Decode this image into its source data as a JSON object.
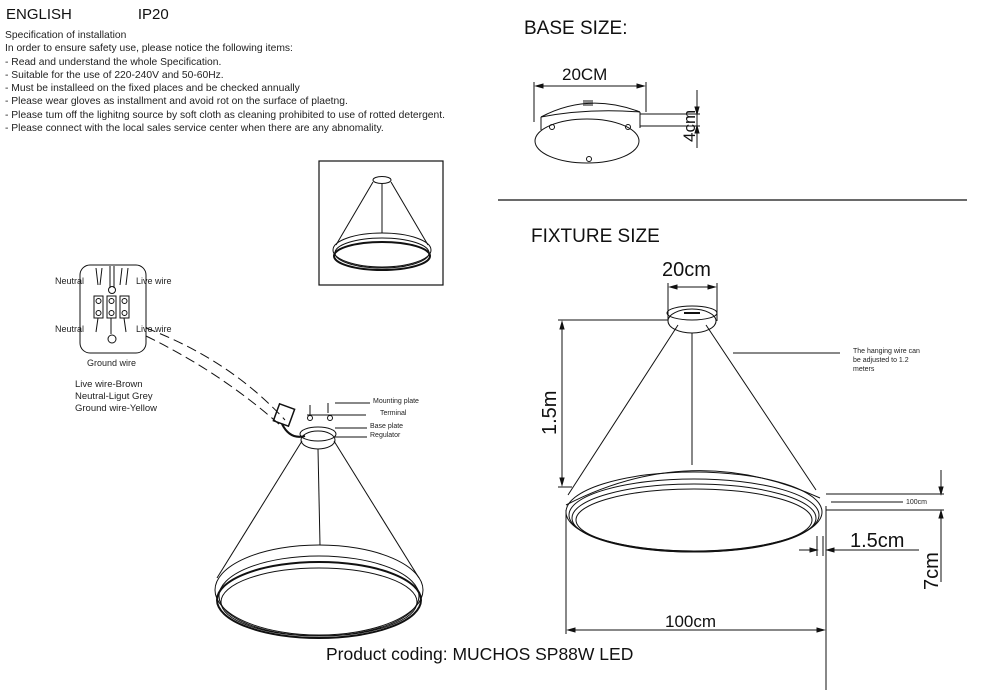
{
  "header": {
    "language": "ENGLISH",
    "ip_rating": "IP20"
  },
  "specification": {
    "title": "Specification of installation",
    "intro": "In order to ensure safety use, please notice the following items:",
    "items": [
      "- Read and understand the whole Specification.",
      "- Suitable for the use of 220-240V and 50-60Hz.",
      "- Must be installeed on the fixed places and be checked annually",
      "- Please wear gloves as installment and avoid rot on the surface of plaetng.",
      "- Please tum off the lighitng source by soft cloth as cleaning prohibited to use of rotted detergent.",
      "- Please connect with the local sales service center when there are any abnomality."
    ]
  },
  "wiring": {
    "labels": {
      "neutral_top": "Neutral",
      "live_top": "Live wire",
      "neutral_bottom": "Neutral",
      "live_bottom": "Live wire",
      "ground": "Ground wire"
    },
    "legend": [
      "Live wire-Brown",
      "Neutral-Ligut Grey",
      "Ground wire-Yellow"
    ]
  },
  "assembly": {
    "labels": [
      "Mounting plate",
      "Terminal",
      "Base plate",
      "Regulator"
    ]
  },
  "base_size": {
    "title": "BASE SIZE:",
    "width": "20CM",
    "height": "4cm"
  },
  "fixture_size": {
    "title": "FIXTURE SIZE",
    "canopy_width": "20cm",
    "hanging_length": "1.5m",
    "note": [
      "The hanging wire can",
      "be adjusted to 1.2",
      "meters"
    ],
    "ring_callout": "100cm",
    "ring_thickness": "1.5cm",
    "ring_height": "7cm",
    "diameter": "100cm"
  },
  "footer": {
    "product_coding": "Product coding: MUCHOS SP88W LED"
  }
}
